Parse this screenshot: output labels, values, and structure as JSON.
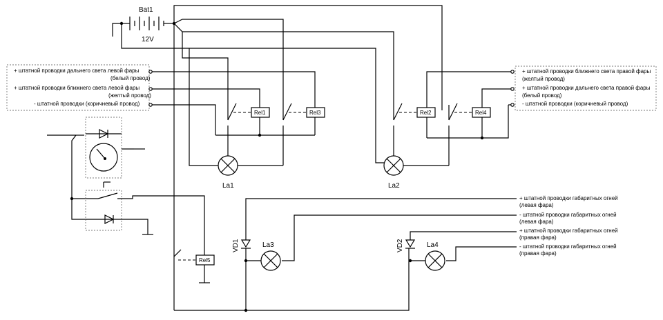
{
  "battery": {
    "name": "Bat1",
    "voltage": "12V"
  },
  "relays": [
    "Rel1",
    "Rel2",
    "Rel3",
    "Rel4",
    "Rel5"
  ],
  "lamps": [
    "La1",
    "La2",
    "La3",
    "La4"
  ],
  "diodes": [
    "VD1",
    "VD2"
  ],
  "left_connector": [
    [
      "+ штатной проводки дальнего света левой фары",
      "(белый провод)"
    ],
    [
      "+ штатной проводки ближнего света левой фары",
      "(желтый провод)"
    ],
    [
      "- штатной проводки (коричневый провод)"
    ]
  ],
  "right_connector": [
    [
      "+ штатной проводки ближнего света правой фары",
      "(желтый провод)"
    ],
    [
      "+ штатной проводки дальнего света правой фары",
      "(белый провод)"
    ],
    [
      "- штатной проводки (коричневый провод)"
    ]
  ],
  "side_lights": [
    [
      "+ штатной проводки габаритных огней",
      "(левая фара)"
    ],
    [
      "- штатной проводки габаритных огней",
      "(левая фара)"
    ],
    [
      "+ штатной проводки габаритных огней",
      "(правая фара)"
    ],
    [
      "- штатной проводки габаритных огней",
      "(правая фара)"
    ]
  ]
}
